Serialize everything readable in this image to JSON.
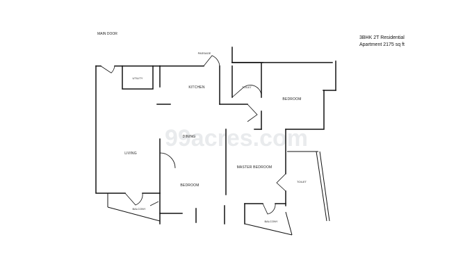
{
  "title": {
    "line1": "3BHK 2T Residential",
    "line2": "Apartment 2175 sq ft"
  },
  "main_door": "MAIN DOOR",
  "watermark": "99acres.com",
  "rooms": {
    "kitchen": "KITCHEN",
    "passage": "PASSAGE",
    "toilet": "TOILET",
    "bedroom": "BEDROOM",
    "dining": "DINING",
    "living": "LIVING",
    "master_bedroom": "MASTER BEDROOM",
    "bedroom2": "BEDROOM",
    "balcony": "BALCONY",
    "balcony2": "BALCONY",
    "toilet2": "TOILET",
    "utility": "UTILITY"
  }
}
